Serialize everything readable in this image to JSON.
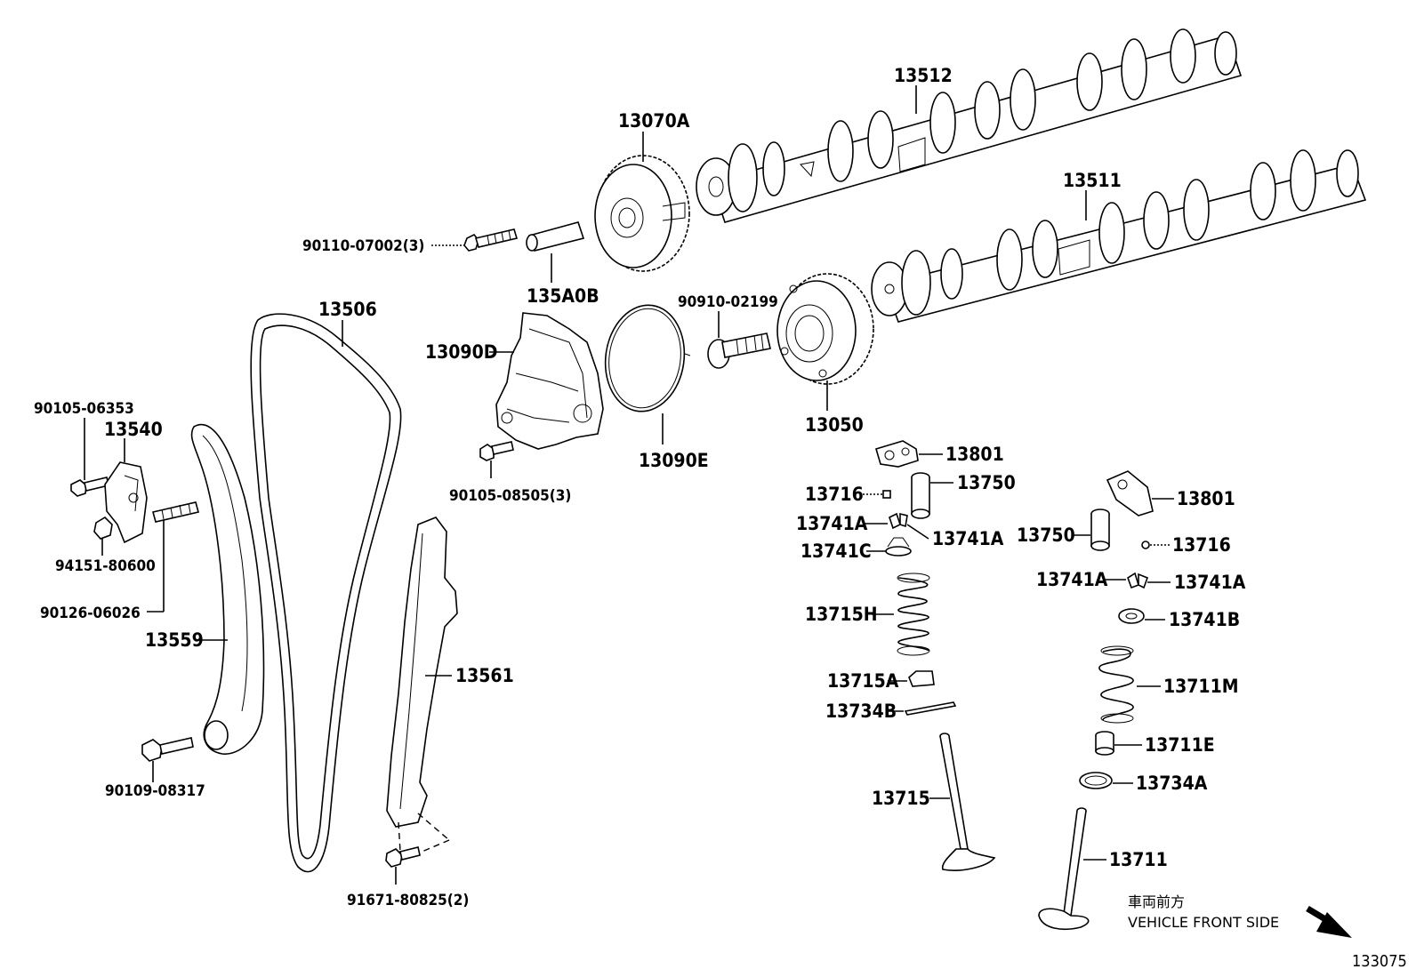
{
  "labels": {
    "p13512": "13512",
    "p13511": "13511",
    "p13070A": "13070A",
    "p90110": "90110-07002(3)",
    "p135A0B": "135A0B",
    "p90910": "90910-02199",
    "p13506": "13506",
    "p13090D": "13090D",
    "p13050": "13050",
    "p13090E": "13090E",
    "p90105_08505": "90105-08505(3)",
    "p90105_06353": "90105-06353",
    "p13540": "13540",
    "p94151": "94151-80600",
    "p90126": "90126-06026",
    "p13559": "13559",
    "p13561": "13561",
    "p90109": "90109-08317",
    "p91671": "91671-80825(2)",
    "p13801_a": "13801",
    "p13716_a": "13716",
    "p13750_a": "13750",
    "p13741A_a": "13741A",
    "p13741A_b": "13741A",
    "p13741C": "13741C",
    "p13715H": "13715H",
    "p13715A": "13715A",
    "p13734B": "13734B",
    "p13715": "13715",
    "p13801_b": "13801",
    "p13750_b": "13750",
    "p13716_b": "13716",
    "p13741A_c": "13741A",
    "p13741A_d": "13741A",
    "p13741B": "13741B",
    "p13711M": "13711M",
    "p13711E": "13711E",
    "p13734A": "13734A",
    "p13711": "13711"
  },
  "direction": {
    "jp": "車両前方",
    "en": "VEHICLE FRONT SIDE"
  },
  "figure_code": "133075"
}
